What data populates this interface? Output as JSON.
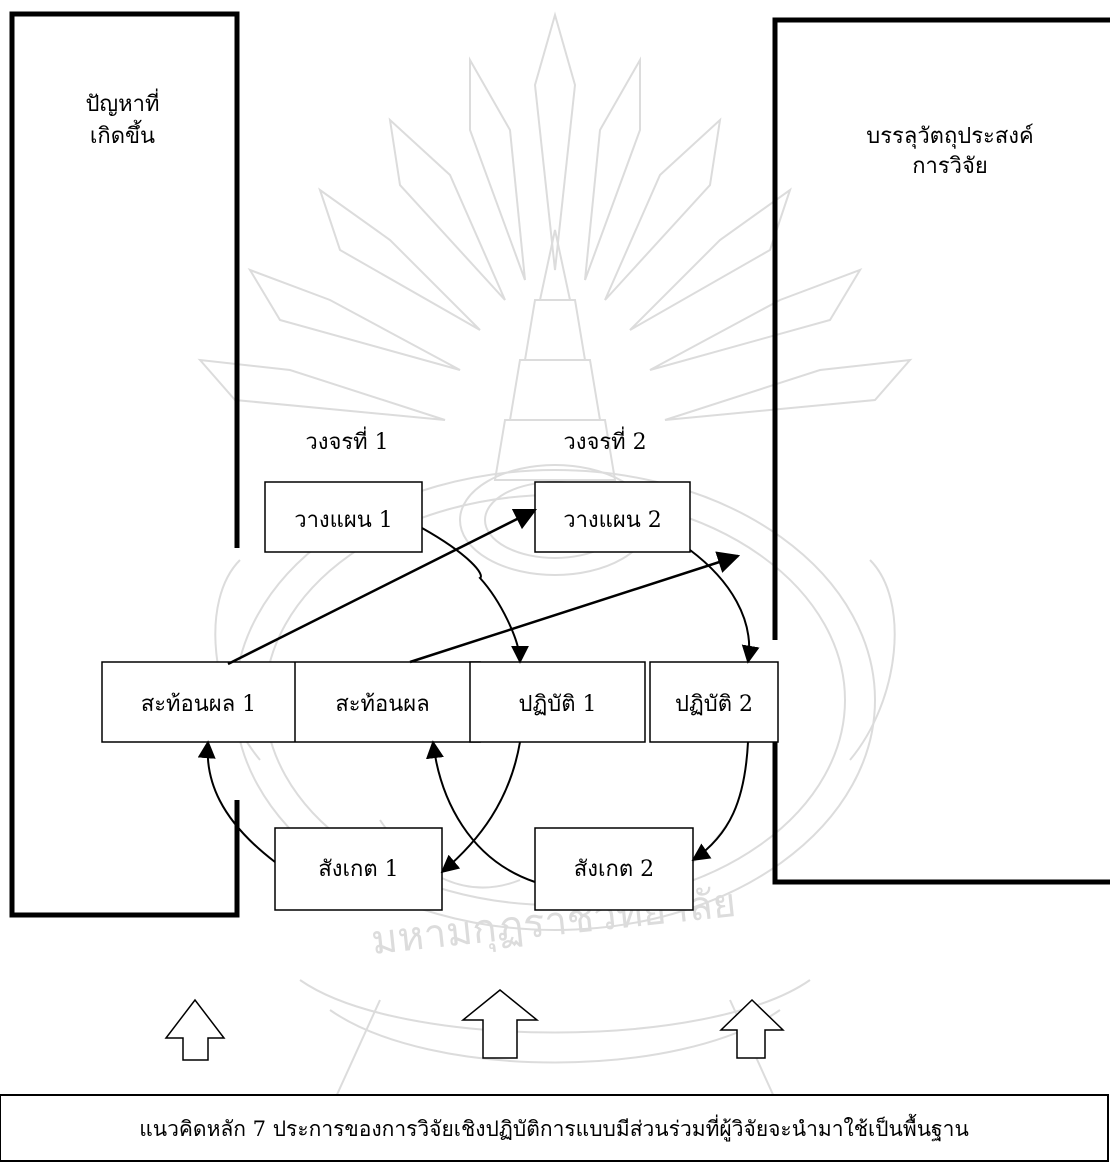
{
  "left_panel": {
    "line1": "ปัญหาที่",
    "line2": "เกิดขึ้น"
  },
  "right_panel": {
    "line1": "บรรลุวัตถุประสงค์",
    "line2": "การวิจัย"
  },
  "cycles": {
    "cycle1_label": "วงจรที่ 1",
    "cycle2_label": "วงจรที่ 2"
  },
  "boxes": {
    "plan1": "วางแผน 1",
    "plan2": "วางแผน 2",
    "reflect1": "สะท้อนผล 1",
    "reflect2": "สะท้อนผล",
    "act1": "ปฏิบัติ 1",
    "act2": "ปฏิบัติ 2",
    "observe1": "สังเกต 1",
    "observe2": "สังเกต 2"
  },
  "bottom_box": {
    "text": "แนวคิดหลัก 7 ประการของการวิจัยเชิงปฏิบัติการแบบมีส่วนร่วมที่ผู้วิจัยจะนำมาใช้เป็นพื้นฐาน"
  },
  "watermark": {
    "text": "มหามกุฏราชวิทยาลัย"
  },
  "colors": {
    "stroke": "#000000",
    "watermark": "#d9d9d9"
  }
}
